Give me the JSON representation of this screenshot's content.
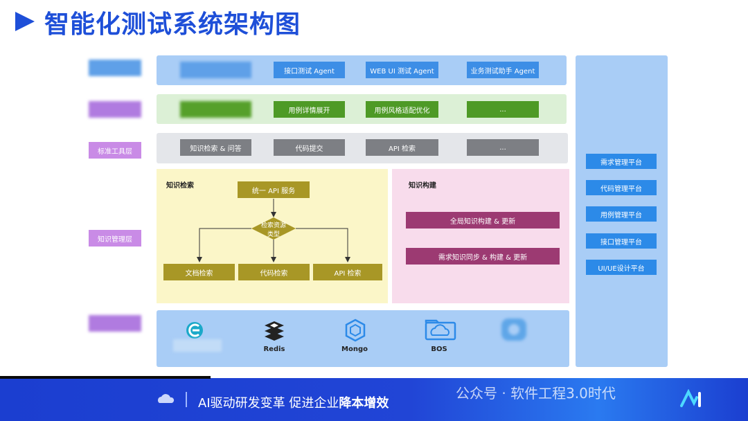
{
  "header": {
    "title": "智能化测试系统架构图",
    "arrow_icon": "play-arrow-icon",
    "accent_color": "#1e4fd8"
  },
  "layers": {
    "tool_layer_label": "标准工具层",
    "knowledge_layer_label": "知识管理层"
  },
  "agent_layer": {
    "items": [
      "接口测试 Agent",
      "WEB UI 测试 Agent",
      "业务测试助手 Agent"
    ]
  },
  "case_layer": {
    "items": [
      "用例详情展开",
      "用例风格适配优化",
      "..."
    ]
  },
  "tool_layer": {
    "items": [
      "知识检索 & 问答",
      "代码提交",
      "API 检索",
      "..."
    ]
  },
  "knowledge_retrieval": {
    "title": "知识检索",
    "api_service": "统一 API 服务",
    "decision": "检索资源类型",
    "targets": [
      "文档检索",
      "代码检索",
      "API 检索"
    ]
  },
  "knowledge_build": {
    "title": "知识构建",
    "items": [
      "全局知识构建 & 更新",
      "需求知识同步 & 构建 & 更新"
    ]
  },
  "storage": {
    "items": [
      {
        "name": "",
        "icon": "elastic-icon"
      },
      {
        "name": "Redis",
        "icon": "redis-icon"
      },
      {
        "name": "Mongo",
        "icon": "mongo-icon"
      },
      {
        "name": "BOS",
        "icon": "bos-icon"
      },
      {
        "name": "",
        "icon": "vector-db-icon"
      }
    ]
  },
  "platforms": {
    "items": [
      "需求管理平台",
      "代码管理平台",
      "用例管理平台",
      "接口管理平台",
      "UI/UE设计平台"
    ]
  },
  "footer": {
    "slogan_prefix": "AI驱动研发变革  促进企业",
    "slogan_emphasis": "降本增效",
    "watermark": "公众号 · 软件工程3.0时代"
  }
}
